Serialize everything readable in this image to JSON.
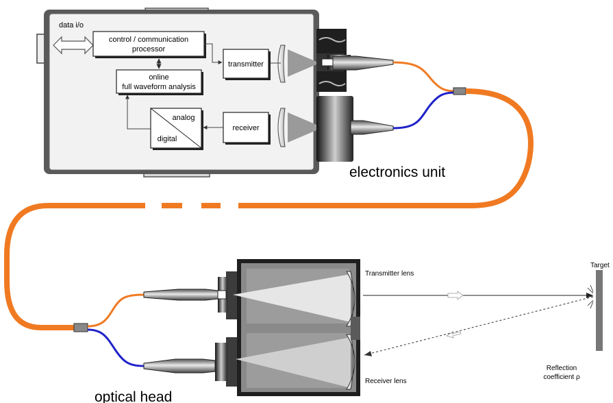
{
  "electronics_unit": {
    "title": "electronics unit",
    "data_io": "data i/o",
    "control_line1": "control / communication",
    "control_line2": "processor",
    "transmitter": "transmitter",
    "online_line1": "online",
    "online_line2": "full waveform analysis",
    "analog": "analog",
    "digital": "digital",
    "receiver": "receiver"
  },
  "optical_head": {
    "title": "optical head",
    "transmitter_lens": "Transmitter lens",
    "receiver_lens": "Receiver lens"
  },
  "target": {
    "label": "Target",
    "reflection_line1": "Reflection",
    "reflection_line2": "coefficient ρ"
  },
  "colors": {
    "fiber_orange": "#F07A22",
    "fiber_blue": "#1F22C8",
    "housing_fill": "#F2F2F2",
    "housing_stroke": "#555555",
    "dark_gray": "#5A5A5A"
  }
}
